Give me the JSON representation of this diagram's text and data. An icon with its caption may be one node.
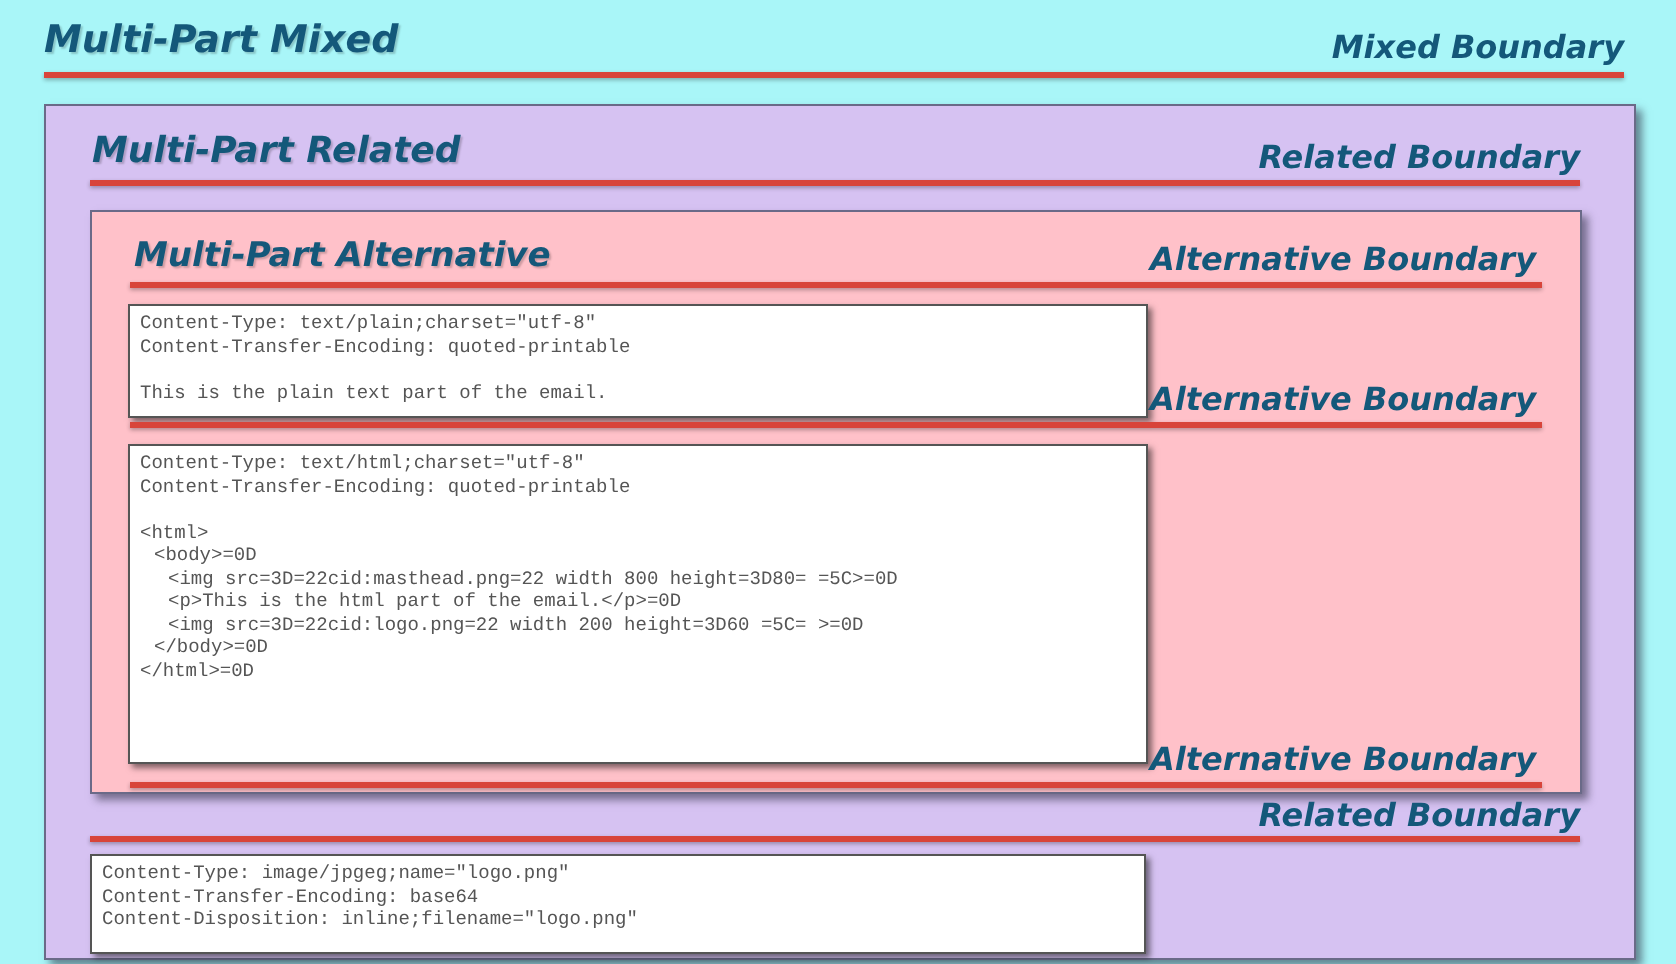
{
  "diagram": {
    "nodes": [
      {
        "text": [
          "Multi-Part Mixed"
        ]
      },
      {
        "text": [
          "Multi-Part Related"
        ],
        "in": 0
      },
      {
        "text": [
          "Multi-Part Alternative"
        ],
        "in": 1
      },
      {
        "text": [
          "Content-Type: text/plain;charset=\"utf-8\"",
          "Content-Transfer-Encoding: quoted-printable",
          "This is the plain text part of the email."
        ],
        "in": 2
      },
      {
        "text": [
          "Content-Type: text/html;charset=\"utf-8\"",
          "Content-Transfer-Encoding: quoted-printable",
          "<html>",
          "<body>=0D",
          "<img src=3D=22cid:masthead.png=22 width 800 height=3D80= =5C>=0D",
          "<p>This is the html part of the email.</p>=0D",
          "<img src=3D=22cid:logo.png=22 width 200 height=3D60 =5C= >=0D",
          "</body>=0D",
          "</html>=0D"
        ],
        "in": 2
      },
      {
        "text": [
          "Content-Type: image/jpgeg;name=\"logo.png\"",
          "Content-Transfer-Encoding: base64",
          "Content-Disposition: inline;filename=\"logo.png\""
        ],
        "in": 1
      }
    ],
    "edges": [],
    "labels": [
      "Mixed Boundary",
      "Related Boundary",
      "Alternative Boundary",
      "Alternative Boundary",
      "Alternative Boundary",
      "Related Boundary"
    ]
  }
}
